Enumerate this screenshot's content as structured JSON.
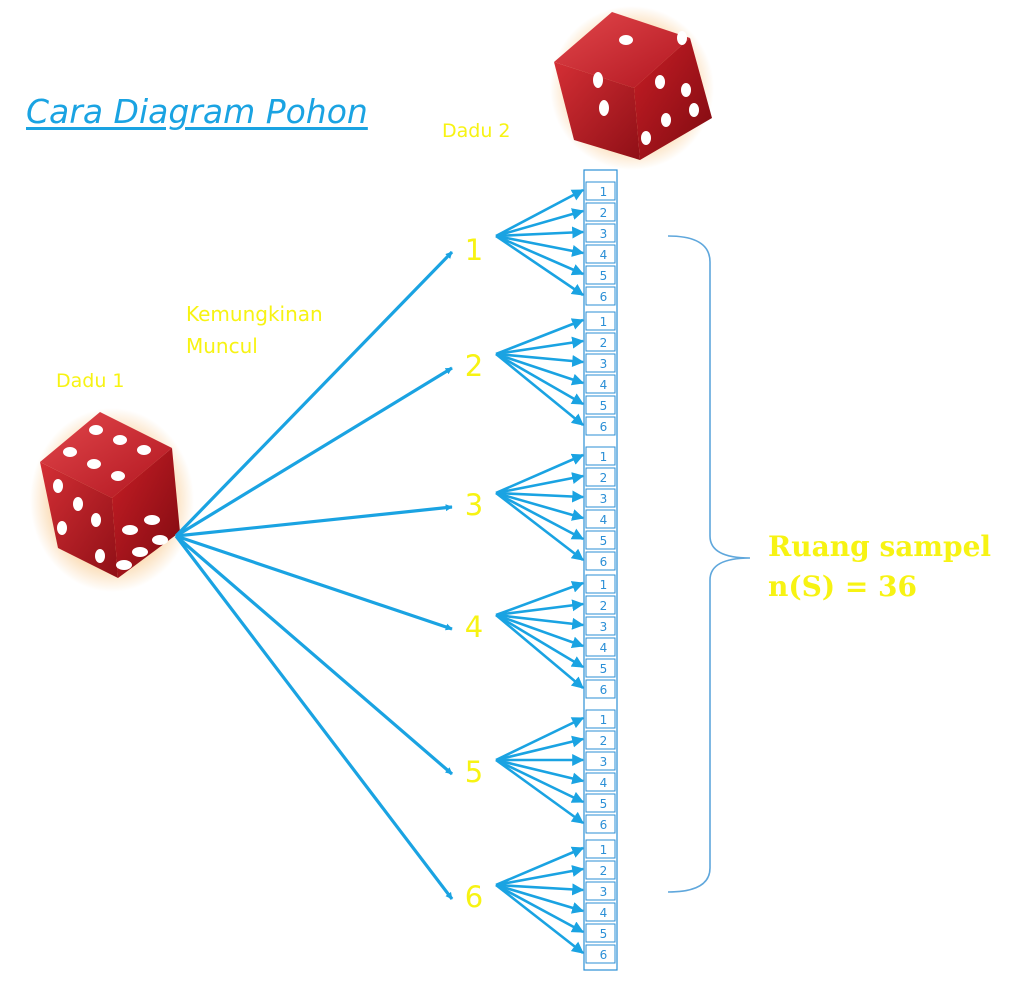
{
  "title": "Cara Diagram Pohon",
  "die1_label": "Dadu 1",
  "die2_label": "Dadu 2",
  "caption": {
    "line1": "Kemungkinan",
    "line2": "Muncul"
  },
  "outcomes": [
    "1",
    "2",
    "3",
    "4",
    "5",
    "6"
  ],
  "sample_space": {
    "line1": "Ruang sampel",
    "line2": "n(S) = 36"
  },
  "colors": {
    "arrow": "#1aa3e2",
    "title": "#1aa3e2",
    "label": "#f7f313",
    "box": "#2b8fd6",
    "box_text": "#2b8fd6",
    "brace": "#5fa7dc",
    "die_red": "#c7202a",
    "die_pip": "#ffffff"
  },
  "icons": {
    "die1": "dice-icon",
    "die2": "dice-icon"
  }
}
